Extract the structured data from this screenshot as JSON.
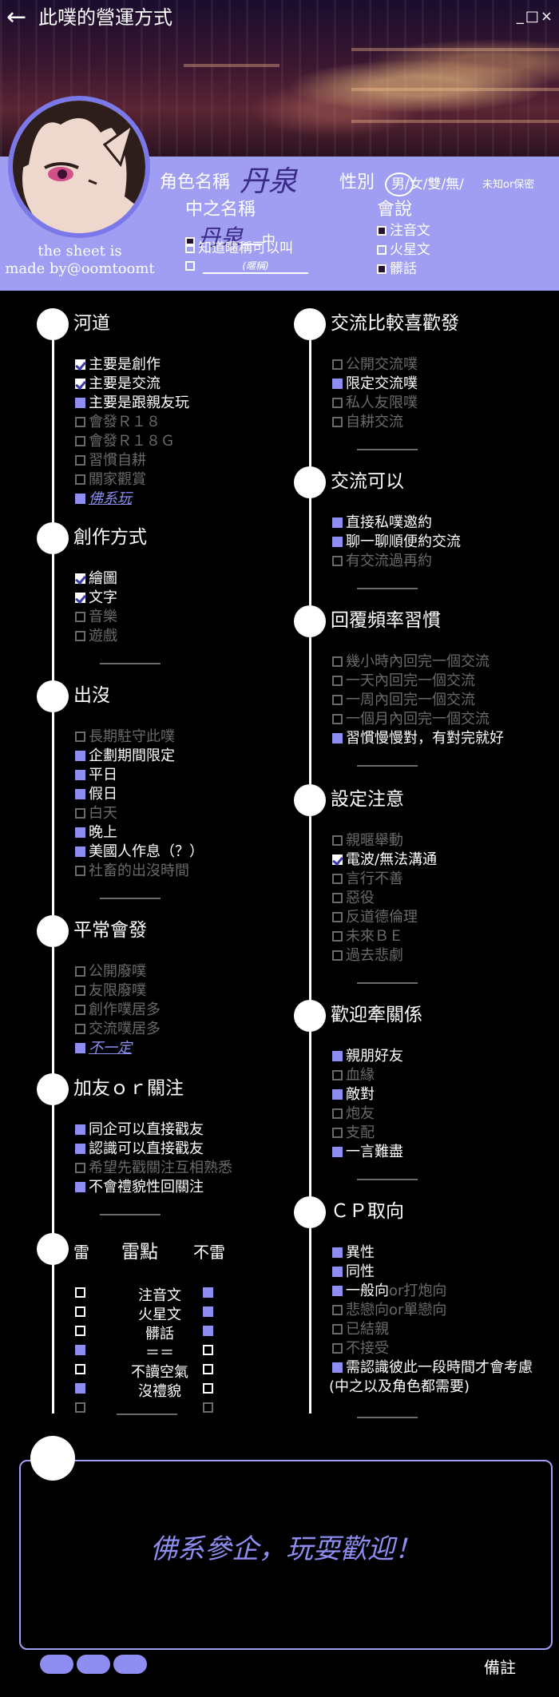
{
  "header": {
    "title": "此噗的營運方式",
    "back_icon": "←",
    "window_controls": "_□×"
  },
  "profile": {
    "credit": "the sheet is\nmade by@oomtoomt",
    "name_label": "角色名稱",
    "name_value": "丹泉",
    "gender_label": "性別",
    "gender_options": "男/女/雙/無/",
    "gender_unknown": "未知or保密",
    "pl_label": "中之名稱",
    "pl_name": "丹泉",
    "pl_suffix": "中",
    "pl_nickname_option": "知道暱稱可以叫",
    "pl_nickname_blank": "(暱稱)",
    "lang_label": "會說",
    "lang_options": [
      "注音文",
      "火星文",
      "髒話"
    ]
  },
  "sections": {
    "hedao": {
      "title": "河道",
      "items": [
        "主要是創作",
        "主要是交流",
        "主要是跟親友玩",
        "會發Ｒ１８",
        "會發Ｒ１８Ｇ",
        "習慣自耕",
        "關家觀賞",
        "佛系玩"
      ]
    },
    "create": {
      "title": "創作方式",
      "items": [
        "繪圖",
        "文字",
        "音樂",
        "遊戲"
      ]
    },
    "appear": {
      "title": "出沒",
      "items": [
        "長期駐守此噗",
        "企劃期間限定",
        "平日",
        "假日",
        "白天",
        "晚上",
        "美國人作息（？）",
        "社畜的出沒時間"
      ]
    },
    "post": {
      "title": "平常會發",
      "items": [
        "公開廢噗",
        "友限廢噗",
        "創作噗居多",
        "交流噗居多",
        "不一定"
      ]
    },
    "friend": {
      "title": "加友ｏｒ關注",
      "items": [
        "同企可以直接戳友",
        "認識可以直接戳友",
        "希望先戳關注互相熟悉",
        "不會禮貌性回關注"
      ]
    },
    "thunder": {
      "title": "雷點",
      "left_label": "雷",
      "right_label": "不雷",
      "items": [
        "注音文",
        "火星文",
        "髒話",
        "＝＝",
        "不讀空氣",
        "沒禮貌"
      ]
    },
    "comm_pref": {
      "title": "交流比較喜歡發",
      "items": [
        "公開交流噗",
        "限定交流噗",
        "私人友限噗",
        "自耕交流"
      ]
    },
    "comm_ok": {
      "title": "交流可以",
      "items": [
        "直接私噗邀約",
        "聊一聊順便約交流",
        "有交流過再約"
      ]
    },
    "reply": {
      "title": "回覆頻率習慣",
      "items": [
        "幾小時內回完一個交流",
        "一天內回完一個交流",
        "一周內回完一個交流",
        "一個月內回完一個交流",
        "習慣慢慢對，有對完就好"
      ]
    },
    "caution": {
      "title": "設定注意",
      "items": [
        "親暱舉動",
        "電波/無法溝通",
        "言行不善",
        "惡役",
        "反道德倫理",
        "未來ＢＥ",
        "過去悲劇"
      ]
    },
    "relation": {
      "title": "歡迎牽關係",
      "items": [
        "親朋好友",
        "血緣",
        "敵對",
        "炮友",
        "支配",
        "一言難盡"
      ]
    },
    "cp": {
      "title": "ＣＰ取向",
      "items": [
        "異性",
        "同性",
        "一般向",
        "or打炮向",
        "悲戀向or單戀向",
        "已結親",
        "不接受",
        "需認識彼此一段時間才會考慮",
        "(中之以及角色都需要)"
      ]
    }
  },
  "note": {
    "text": "佛系參企，玩耍歡迎！",
    "remark_label": "備註"
  },
  "colors": {
    "accent": "#a09ef2",
    "checked": "#8e8ef2",
    "dim": "#6a6a6a"
  }
}
